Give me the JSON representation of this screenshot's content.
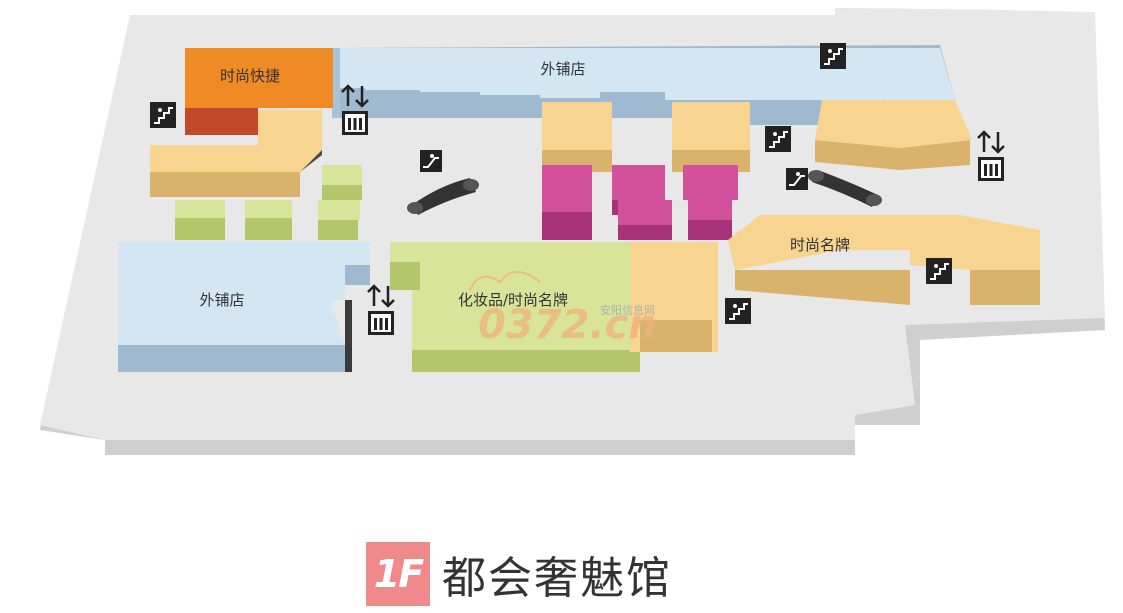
{
  "floor": {
    "badge": "1F",
    "name": "都会奢魅馆"
  },
  "stores": {
    "fashion_express": "时尚快捷",
    "outer_shop_top": "外铺店",
    "outer_shop_left": "外铺店",
    "cosmetics_brands": "化妆品/时尚名牌",
    "famous_brands": "时尚名牌"
  },
  "watermark": {
    "main": "0372.cn",
    "sub": "安阳信息网"
  },
  "icons": [
    "elevator-icon",
    "escalator-icon",
    "stairs-icon"
  ],
  "colors": {
    "outer_shop": "#cfe3f0",
    "fashion_express": "#ee8a22",
    "tan_shop": "#f6d48e",
    "green_shop": "#d8e49a",
    "magenta_shop": "#d3509a",
    "floor_plate": "#e6e6e6"
  }
}
